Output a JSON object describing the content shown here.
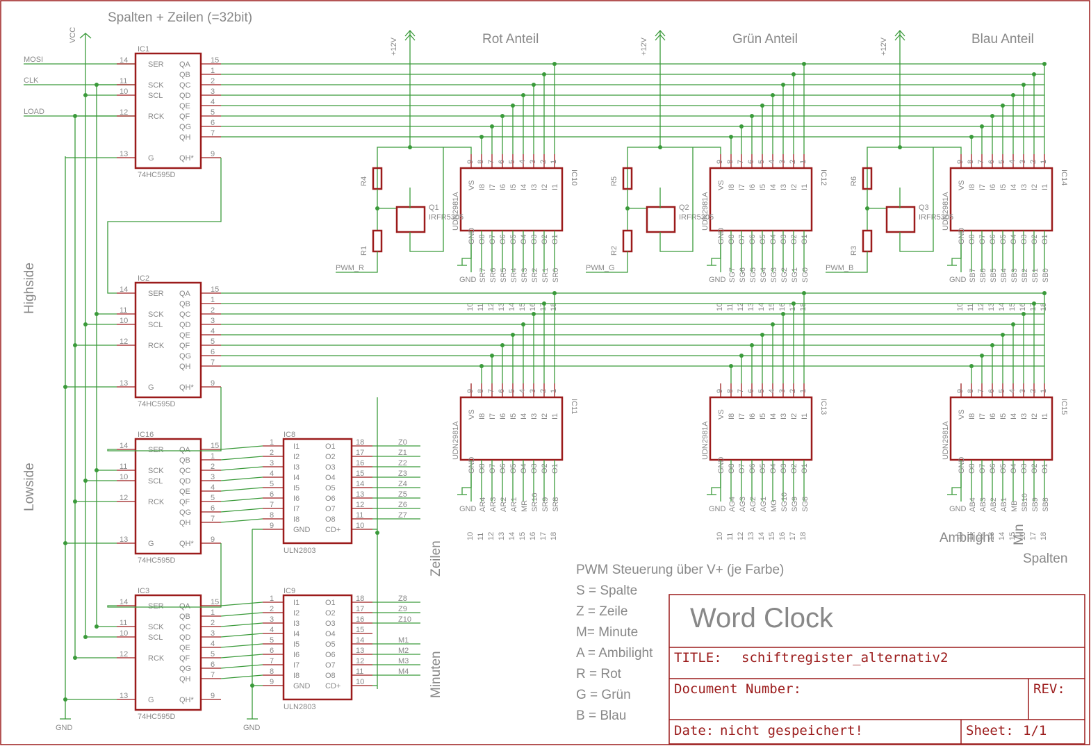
{
  "header_title": "Spalten + Zeilen (=32bit)",
  "vcc": "VCC",
  "v12": "+12V",
  "gnd": "GND",
  "inputs": [
    "MOSI",
    "CLK",
    "LOAD"
  ],
  "group_labels": {
    "highside": "Highside",
    "lowside": "Lowside",
    "zeilen": "Zeilen",
    "minuten": "Minuten",
    "ambilight": "Ambilight",
    "min": "Min",
    "spalten": "Spalten"
  },
  "color_titles": [
    "Rot Anteil",
    "Grün Anteil",
    "Blau Anteil"
  ],
  "shift_registers": [
    {
      "name": "IC1",
      "part": "74HC595D"
    },
    {
      "name": "IC2",
      "part": "74HC595D"
    },
    {
      "name": "IC16",
      "part": "74HC595D"
    },
    {
      "name": "IC3",
      "part": "74HC595D"
    }
  ],
  "sr_left_pins": [
    "SER",
    "SCK",
    "SCL",
    "RCK",
    "G"
  ],
  "sr_left_nums": [
    "14",
    "11",
    "10",
    "12",
    "13"
  ],
  "sr_right_pins": [
    "QA",
    "QB",
    "QC",
    "QD",
    "QE",
    "QF",
    "QG",
    "QH",
    "QH*"
  ],
  "sr_right_nums": [
    "15",
    "1",
    "2",
    "3",
    "4",
    "5",
    "6",
    "7",
    "9"
  ],
  "udn": [
    {
      "name": "IC10",
      "part": "UDN2981A",
      "outs": [
        "SR7",
        "SR6",
        "SR5",
        "SR4",
        "SR3",
        "SR2",
        "SR1",
        "SR0"
      ]
    },
    {
      "name": "IC12",
      "part": "UDN2981A",
      "outs": [
        "SG7",
        "SG6",
        "SG5",
        "SG4",
        "SG3",
        "SG2",
        "SG1",
        "SG0"
      ]
    },
    {
      "name": "IC14",
      "part": "UDN2981A",
      "outs": [
        "SB7",
        "SB6",
        "SB5",
        "SB4",
        "SB3",
        "SB2",
        "SB1",
        "SB0"
      ]
    },
    {
      "name": "IC11",
      "part": "UDN2981A",
      "outs": [
        "AR4",
        "AR3",
        "AR2",
        "AR1",
        "MR",
        "SR10",
        "SR9",
        "SR8"
      ]
    },
    {
      "name": "IC13",
      "part": "UDN2981A",
      "outs": [
        "AG4",
        "AG3",
        "AG2",
        "AG1",
        "MG",
        "SG10",
        "SG9",
        "SG8"
      ]
    },
    {
      "name": "IC15",
      "part": "UDN2981A",
      "outs": [
        "AB4",
        "AB3",
        "AB2",
        "AB1",
        "MB",
        "SB10",
        "SB9",
        "SB8"
      ]
    }
  ],
  "udn_top_pins": [
    "VS",
    "I8",
    "I7",
    "I6",
    "I5",
    "I4",
    "I3",
    "I2",
    "I1"
  ],
  "udn_top_nums": [
    "9",
    "8",
    "7",
    "6",
    "5",
    "4",
    "3",
    "2",
    "1"
  ],
  "udn_bot_pins": [
    "GND",
    "O8",
    "O7",
    "O6",
    "O5",
    "O4",
    "O3",
    "O2",
    "O1"
  ],
  "udn_bot_nums": [
    "10",
    "11",
    "12",
    "13",
    "14",
    "15",
    "16",
    "17",
    "18"
  ],
  "mosfets": [
    {
      "q": "Q1",
      "part": "IRFR5305",
      "rtop": "R4",
      "rbot": "R1",
      "pwm": "PWM_R"
    },
    {
      "q": "Q2",
      "part": "IRFR5305",
      "rtop": "R5",
      "rbot": "R2",
      "pwm": "PWM_G"
    },
    {
      "q": "Q3",
      "part": "IRFR5305",
      "rtop": "R6",
      "rbot": "R3",
      "pwm": "PWM_B"
    }
  ],
  "uln": [
    {
      "name": "IC8",
      "part": "ULN2803",
      "outs": [
        "Z0",
        "Z1",
        "Z2",
        "Z3",
        "Z4",
        "Z5",
        "Z6",
        "Z7"
      ]
    },
    {
      "name": "IC9",
      "part": "ULN2803",
      "outs": [
        "Z8",
        "Z9",
        "Z10",
        "",
        "M1",
        "M2",
        "M3",
        "M4"
      ]
    }
  ],
  "uln_left_pins": [
    "I1",
    "I2",
    "I3",
    "I4",
    "I5",
    "I6",
    "I7",
    "I8",
    "GND"
  ],
  "uln_left_nums": [
    "1",
    "2",
    "3",
    "4",
    "5",
    "6",
    "7",
    "8",
    "9"
  ],
  "uln_right_pins": [
    "O1",
    "O2",
    "O3",
    "O4",
    "O5",
    "O6",
    "O7",
    "O8",
    "CD+"
  ],
  "uln_right_nums": [
    "18",
    "17",
    "16",
    "15",
    "14",
    "13",
    "12",
    "11",
    "10"
  ],
  "legend": [
    "PWM Steuerung über V+ (je Farbe)",
    "S = Spalte",
    "Z = Zeile",
    "M= Minute",
    "A = Ambilight",
    "R = Rot",
    "G = Grün",
    "B = Blau"
  ],
  "title_block": {
    "project": "Word Clock",
    "title_label": "TITLE:",
    "title_value": "schiftregister_alternativ2",
    "docnum_label": "Document Number:",
    "rev_label": "REV:",
    "date_label": "Date:",
    "date_value": "nicht gespeichert!",
    "sheet_label": "Sheet:",
    "sheet_value": "1/1"
  }
}
